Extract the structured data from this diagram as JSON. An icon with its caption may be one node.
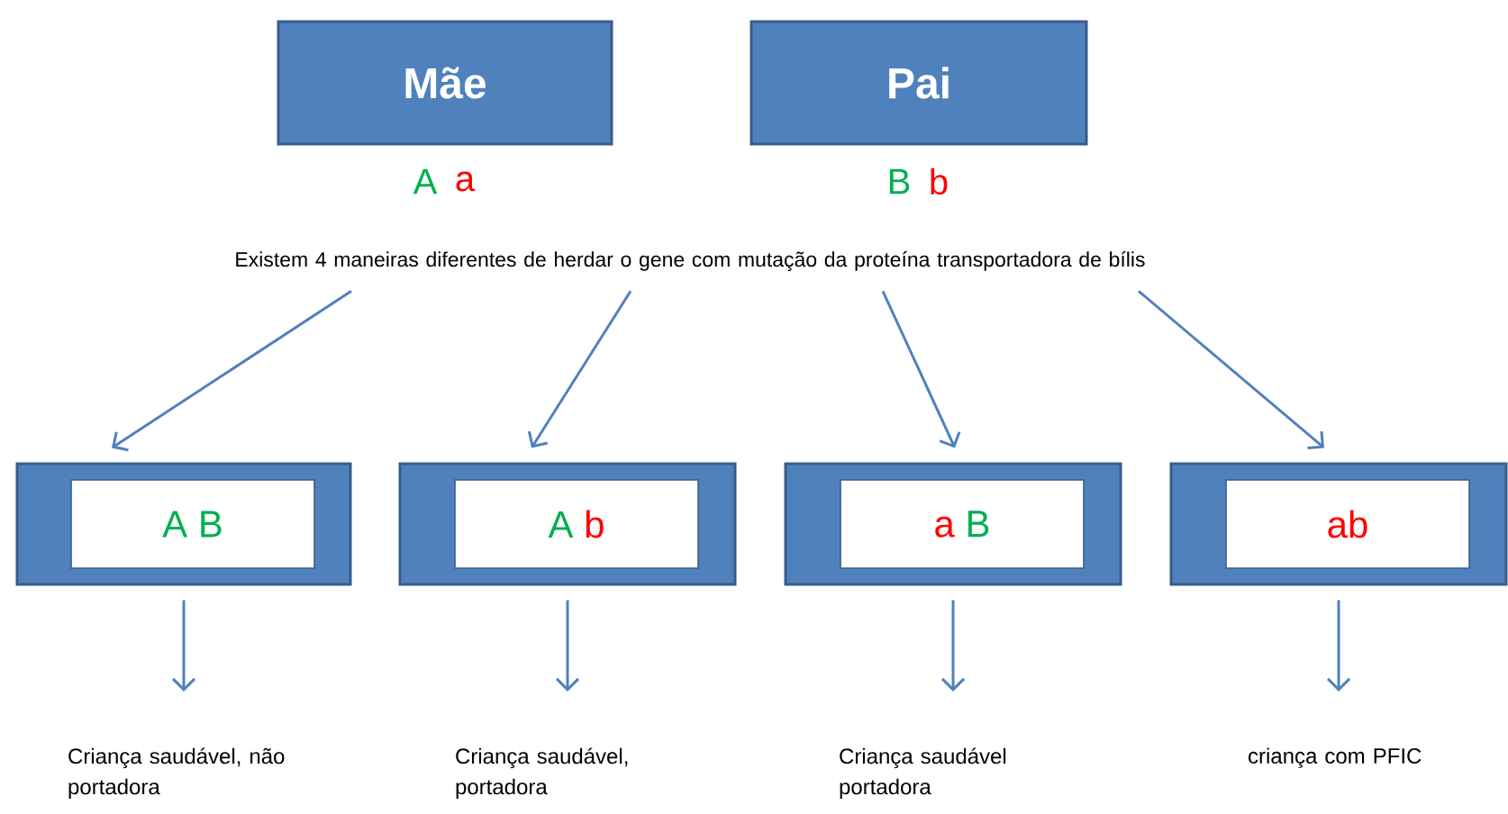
{
  "diagram": {
    "nodes": [
      {
        "text": [
          "Mãe"
        ],
        "beside": [
          "A",
          "a"
        ]
      },
      {
        "text": [
          "Pai"
        ],
        "beside": [
          "B",
          "b"
        ]
      },
      {
        "text": [
          "Existem 4 maneiras diferentes de herdar o gene com mutação da proteína transportadora de bílis"
        ]
      },
      {
        "text": [],
        "shape": "box"
      },
      {
        "text": [
          "A",
          "B"
        ],
        "in": 3
      },
      {
        "text": [],
        "shape": "box"
      },
      {
        "text": [
          "A",
          "b"
        ],
        "in": 5
      },
      {
        "text": [],
        "shape": "box"
      },
      {
        "text": [
          "a",
          "B"
        ],
        "in": 7
      },
      {
        "text": [],
        "shape": "box"
      },
      {
        "text": [
          "ab"
        ],
        "in": 9
      },
      {
        "text": [
          "Criança saudável, não portadora"
        ]
      },
      {
        "text": [
          "Criança saudável, portadora"
        ]
      },
      {
        "text": [
          "Criança saudável portadora"
        ]
      },
      {
        "text": [
          "criança com PFIC"
        ]
      }
    ],
    "edges": [
      {
        "from": 2,
        "to": 3,
        "arrow": "to"
      },
      {
        "from": 2,
        "to": 5,
        "arrow": "to"
      },
      {
        "from": 2,
        "to": 7,
        "arrow": "to"
      },
      {
        "from": 2,
        "to": 9,
        "arrow": "to"
      },
      {
        "from": 3,
        "to": 11,
        "arrow": "to"
      },
      {
        "from": 5,
        "to": 12,
        "arrow": "to"
      },
      {
        "from": 7,
        "to": 13,
        "arrow": "to"
      },
      {
        "from": 9,
        "to": 14,
        "arrow": "to"
      }
    ]
  }
}
